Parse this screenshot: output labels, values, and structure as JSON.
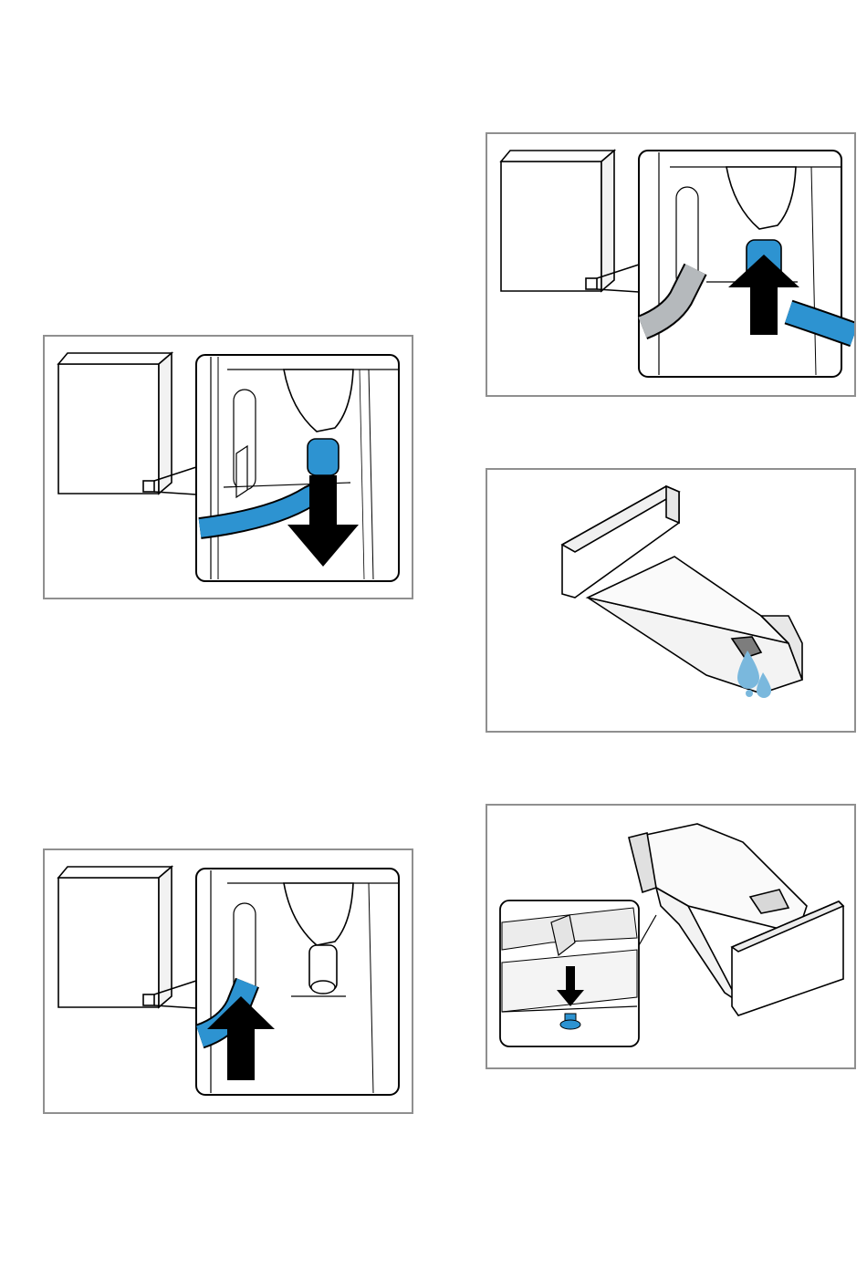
{
  "colors": {
    "frame": "#8f8f8f",
    "hose_blue": "#2d93d1",
    "hose_grey": "#b5b9bc",
    "water_drop": "#7ab8dd",
    "arrow": "#000000",
    "outline": "#000000"
  },
  "figures": [
    {
      "id": "panel-1",
      "icons": [
        "appliance-icon",
        "drain-hose-icon",
        "arrow-down-icon"
      ]
    },
    {
      "id": "panel-2",
      "icons": [
        "appliance-icon",
        "drain-hose-icon",
        "arrow-up-icon"
      ]
    },
    {
      "id": "panel-3",
      "icons": [
        "tray-icon",
        "water-drop-icon"
      ]
    },
    {
      "id": "panel-4",
      "icons": [
        "appliance-icon",
        "drain-hose-icon",
        "arrow-up-icon"
      ]
    },
    {
      "id": "panel-5",
      "icons": [
        "tray-icon",
        "plug-icon",
        "arrow-down-icon"
      ]
    }
  ]
}
